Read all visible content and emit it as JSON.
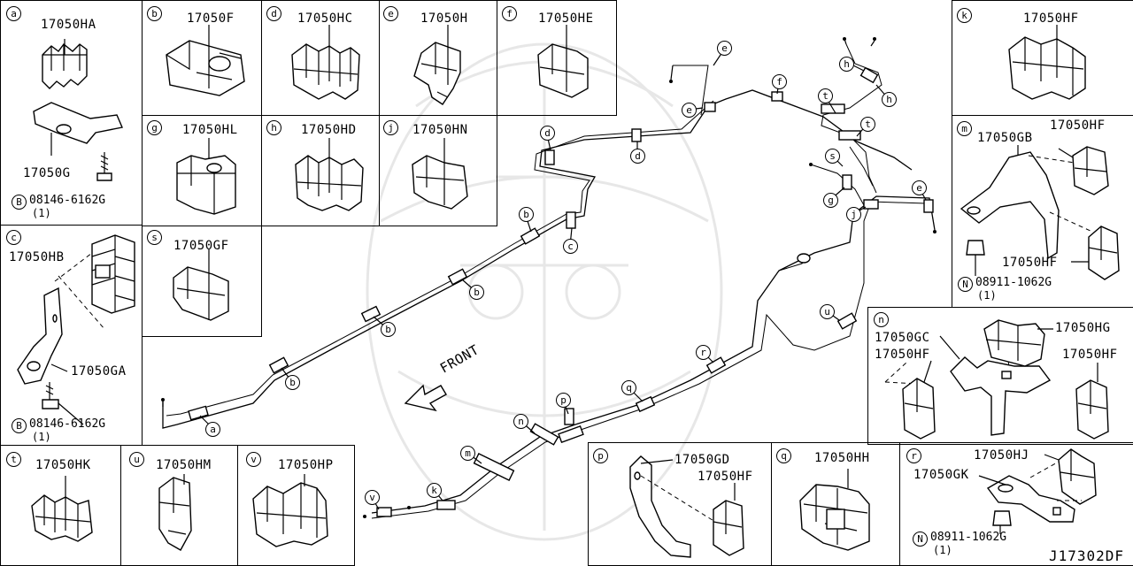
{
  "diagram_code": "J17302DF",
  "front_label": "FRONT",
  "panels": {
    "a": {
      "tag": "a",
      "part": "17050HA",
      "part2": "17050G",
      "bolt": "08146-6162G",
      "bolt_prefix": "B",
      "qty": "(1)"
    },
    "b": {
      "tag": "b",
      "part": "17050F"
    },
    "d": {
      "tag": "d",
      "part": "17050HC"
    },
    "e": {
      "tag": "e",
      "part": "17050H"
    },
    "f": {
      "tag": "f",
      "part": "17050HE"
    },
    "g": {
      "tag": "g",
      "part": "17050HL"
    },
    "h": {
      "tag": "h",
      "part": "17050HD"
    },
    "j": {
      "tag": "j",
      "part": "17050HN"
    },
    "c": {
      "tag": "c",
      "part": "17050HB",
      "part2": "17050GA",
      "bolt": "08146-6162G",
      "bolt_prefix": "B",
      "qty": "(1)"
    },
    "s": {
      "tag": "s",
      "part": "17050GF"
    },
    "k": {
      "tag": "k",
      "part": "17050HF"
    },
    "m": {
      "tag": "m",
      "part": "17050GB",
      "part2": "17050HF",
      "part3": "17050HF",
      "nut": "08911-1062G",
      "nut_prefix": "N",
      "qty": "(1)"
    },
    "n": {
      "tag": "n",
      "part": "17050GC",
      "part2": "17050HG",
      "part3": "17050HF",
      "part4": "17050HF"
    },
    "t": {
      "tag": "t",
      "part": "17050HK"
    },
    "u": {
      "tag": "u",
      "part": "17050HM"
    },
    "v": {
      "tag": "v",
      "part": "17050HP"
    },
    "p": {
      "tag": "p",
      "part": "17050GD",
      "part2": "17050HF"
    },
    "q": {
      "tag": "q",
      "part": "17050HH"
    },
    "r": {
      "tag": "r",
      "part": "17050HJ",
      "part2": "17050GK",
      "nut": "08911-1062G",
      "nut_prefix": "N",
      "qty": "(1)"
    }
  },
  "callouts": [
    "a",
    "b",
    "b",
    "b",
    "b",
    "c",
    "d",
    "d",
    "e",
    "e",
    "f",
    "g",
    "h",
    "h",
    "j",
    "k",
    "m",
    "n",
    "p",
    "q",
    "r",
    "s",
    "t",
    "t",
    "u",
    "v"
  ]
}
